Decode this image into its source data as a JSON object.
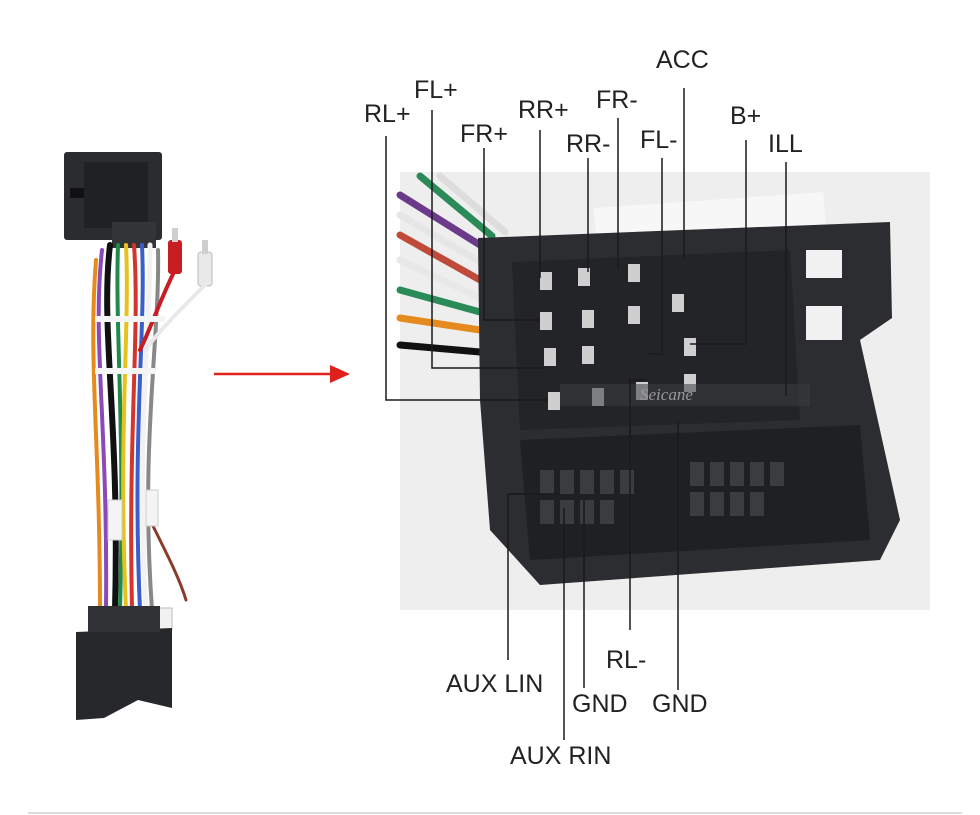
{
  "diagram": {
    "top_labels": [
      "RL+",
      "FL+",
      "FR+",
      "RR+",
      "RR-",
      "FR-",
      "ACC",
      "FL-",
      "B+",
      "ILL"
    ],
    "bottom_labels": [
      "AUX LIN",
      "RL-",
      "GND",
      "GND",
      "AUX RIN"
    ],
    "watermark": "Seicane"
  },
  "colors": {
    "label_text": "#222222",
    "leader_line": "#1a1a1a",
    "arrow": "#e0201b",
    "connector_body": "#2b2d30",
    "photo_background": "#eeeeee"
  }
}
